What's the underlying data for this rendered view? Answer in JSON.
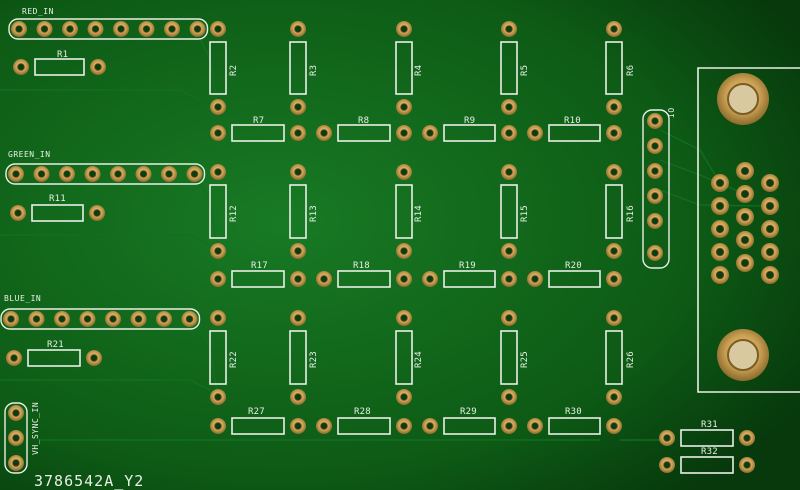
{
  "board": {
    "board_id": "3786542A_Y2",
    "header_labels": {
      "red": "RED_IN",
      "green": "GREEN_IN",
      "blue": "BLUE_IN",
      "sync": "VH_SYNC_IN",
      "io": "IO"
    },
    "resistors": {
      "r1": "R1",
      "r2": "R2",
      "r3": "R3",
      "r4": "R4",
      "r5": "R5",
      "r6": "R6",
      "r7": "R7",
      "r8": "R8",
      "r9": "R9",
      "r10": "R10",
      "r11": "R11",
      "r12": "R12",
      "r13": "R13",
      "r14": "R14",
      "r15": "R15",
      "r16": "R16",
      "r17": "R17",
      "r18": "R18",
      "r19": "R19",
      "r20": "R20",
      "r21": "R21",
      "r22": "R22",
      "r23": "R23",
      "r24": "R24",
      "r25": "R25",
      "r26": "R26",
      "r27": "R27",
      "r28": "R28",
      "r29": "R29",
      "r30": "R30",
      "r31": "R31",
      "r32": "R32"
    },
    "colors": {
      "solder_mask": "#0d5a15",
      "pad_gold": "#c9a35a",
      "silkscreen": "#e9efe6"
    }
  }
}
